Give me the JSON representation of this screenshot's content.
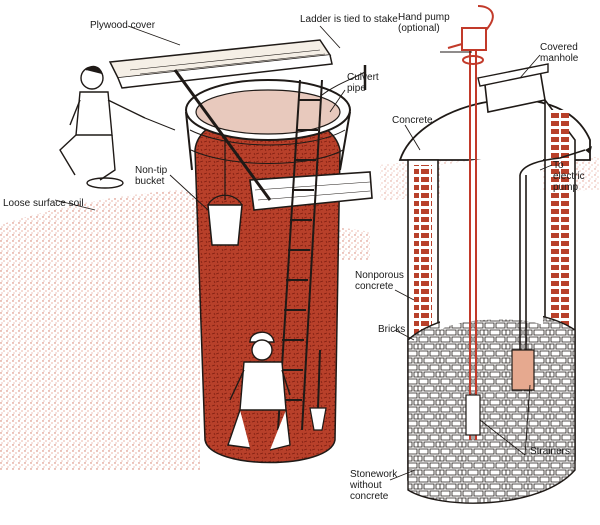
{
  "colors": {
    "ink": "#1f1a17",
    "soil": "#b8402a",
    "soil_dark": "#8e2414",
    "soil_light": "#e6a98f",
    "pump_red": "#c23a2a",
    "paper": "#ffffff"
  },
  "labels": {
    "plywood_cover": "Plywood cover",
    "ladder_tied": "Ladder is tied to stake",
    "culvert_1": "Culvert",
    "culvert_2": "pipe",
    "non_tip_1": "Non-tip",
    "non_tip_2": "bucket",
    "loose_soil": "Loose surface soil",
    "hand_pump_1": "Hand pump",
    "hand_pump_2": "(optional)",
    "covered_1": "Covered",
    "covered_2": "manhole",
    "concrete": "Concrete",
    "to_electric_1": "To",
    "to_electric_2": "electric",
    "to_electric_3": "pump",
    "nonporous_1": "Nonporous",
    "nonporous_2": "concrete",
    "bricks": "Bricks",
    "strainers": "Strainers",
    "stonework_1": "Stonework",
    "stonework_2": "without",
    "stonework_3": "concrete"
  }
}
